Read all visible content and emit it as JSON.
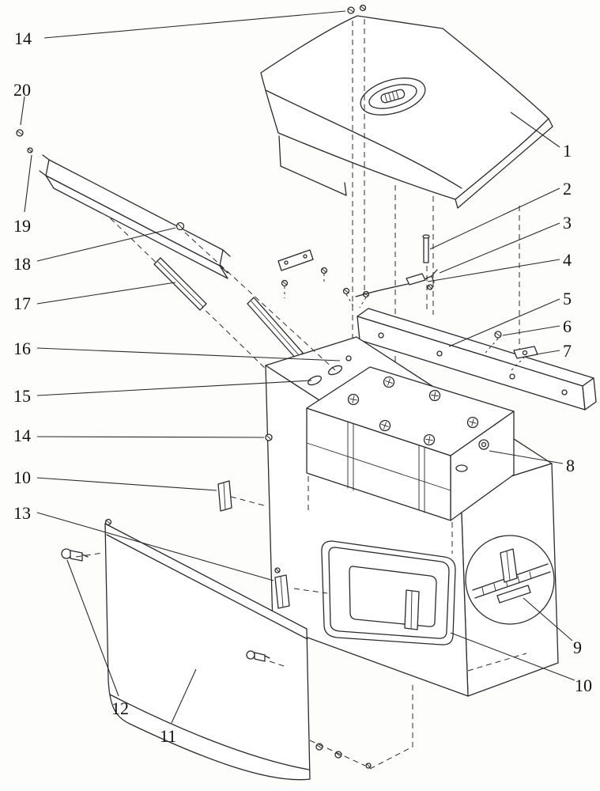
{
  "meta": {
    "background": "#fdfdfb",
    "line_color": "#2b2b2b",
    "figure_kind": "exploded-parts-diagram"
  },
  "callouts": [
    {
      "label": "14"
    },
    {
      "label": "20"
    },
    {
      "label": "19"
    },
    {
      "label": "18"
    },
    {
      "label": "17"
    },
    {
      "label": "16"
    },
    {
      "label": "15"
    },
    {
      "label": "14"
    },
    {
      "label": "10"
    },
    {
      "label": "13"
    },
    {
      "label": "12"
    },
    {
      "label": "11"
    },
    {
      "label": "1"
    },
    {
      "label": "2"
    },
    {
      "label": "3"
    },
    {
      "label": "4"
    },
    {
      "label": "5"
    },
    {
      "label": "6"
    },
    {
      "label": "7"
    },
    {
      "label": "8"
    },
    {
      "label": "9"
    },
    {
      "label": "10"
    }
  ]
}
